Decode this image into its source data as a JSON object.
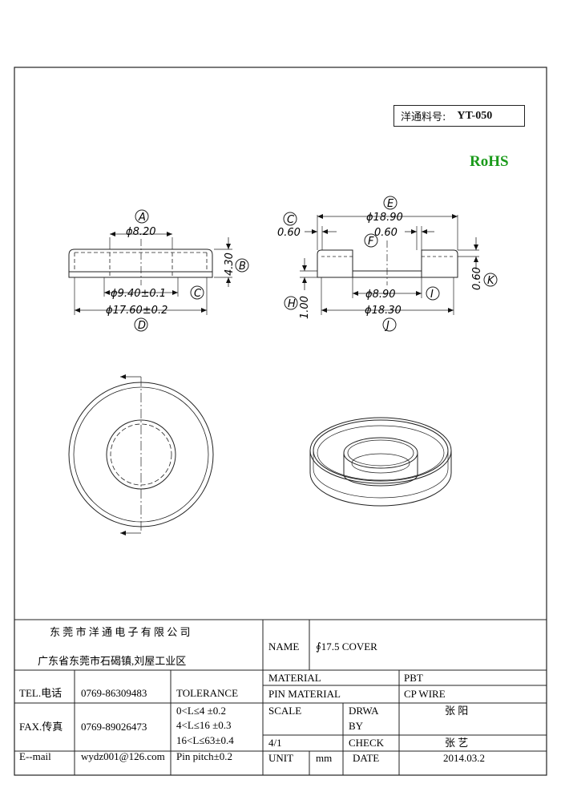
{
  "part_number": {
    "label": "洋通料号:",
    "value": "YT-050"
  },
  "compliance": "RoHS",
  "front_view": {
    "inner_dia": {
      "tag": "A",
      "value": "ϕ8.20"
    },
    "height": {
      "tag": "B",
      "value": "4.30"
    },
    "base_dia": {
      "tag": "C",
      "value": "ϕ9.40±0.1"
    },
    "outer_dia": {
      "tag": "D",
      "value": "ϕ17.60±0.2"
    }
  },
  "section_view": {
    "wall_left": {
      "tag": "C",
      "value": "0.60"
    },
    "top_dia": {
      "tag": "E",
      "value": "ϕ18.90"
    },
    "inner_wall": {
      "tag": "F",
      "value": "0.60"
    },
    "base_height": {
      "tag": "H",
      "value": "1.00"
    },
    "inner_dia": {
      "tag": "I",
      "value": "ϕ8.90"
    },
    "bottom_dia": {
      "tag": "J",
      "value": "ϕ18.30"
    },
    "floor": {
      "tag": "K",
      "value": "0.60"
    }
  },
  "title_block": {
    "company": "东 莞 市 洋 通 电 子 有 限 公 司",
    "address": "广东省东莞市石碣镇,刘屋工业区",
    "tel_label": "TEL.电话",
    "tel": "0769-86309483",
    "fax_label": "FAX.传真",
    "fax": "0769-89026473",
    "email_label": "E--mail",
    "email": "wydz001@126.com",
    "tolerance_label": "TOLERANCE",
    "tol_1": "0<L≤4   ±0.2",
    "tol_2": "4<L≤16  ±0.3",
    "tol_3": "16<L≤63±0.4",
    "tol_4": "Pin pitch±0.2",
    "name_label": "NAME",
    "name": "∮17.5 COVER",
    "material_label": "MATERIAL",
    "material": "PBT",
    "pin_material_label": "PIN MATERIAL",
    "pin_material": "CP WIRE",
    "scale_label": "SCALE",
    "scale": "4/1",
    "drawn_label_1": "DRWA",
    "drawn_label_2": "BY",
    "drawn_by": "张 阳",
    "check_label": "CHECK",
    "checked_by": "张 艺",
    "unit_label": "UNIT",
    "unit": "mm",
    "date_label": "DATE",
    "date": "2014.03.2"
  }
}
